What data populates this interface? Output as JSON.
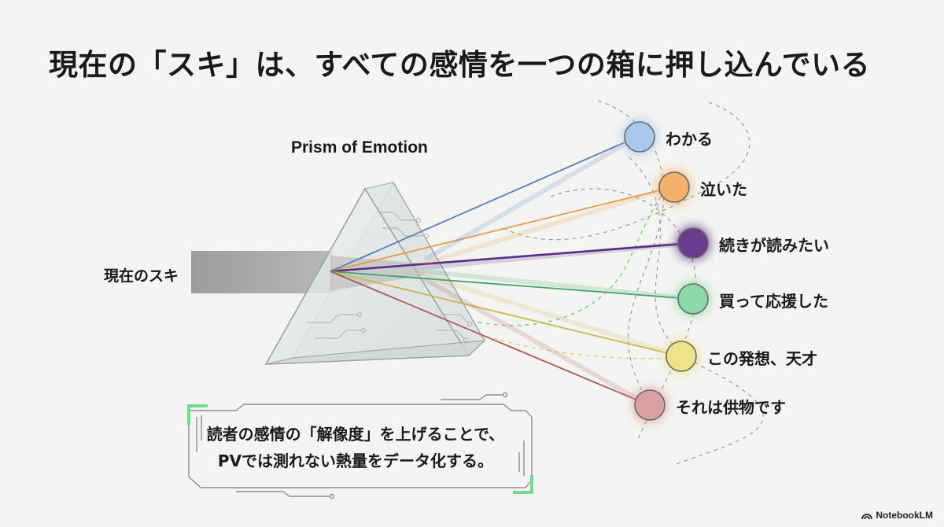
{
  "title": "現在の「スキ」は、すべての感情を一つの箱に押し込んでいる",
  "prism_title": "Prism of Emotion",
  "input_label": "現在のスキ",
  "emotions": [
    {
      "label": "わかる",
      "color": "#a9c8ec"
    },
    {
      "label": "泣いた",
      "color": "#f4b06d"
    },
    {
      "label": "続きが読みたい",
      "color": "#6b3d8e"
    },
    {
      "label": "買って応援した",
      "color": "#8ed9a8"
    },
    {
      "label": "この発想、天才",
      "color": "#ede48a"
    },
    {
      "label": "それは供物です",
      "color": "#d9a1a1"
    }
  ],
  "message": {
    "line1": "読者の感情の「解像度」を上げることで、",
    "line2": "PVでは測れない熱量をデータ化する。"
  },
  "brand": "NotebookLM"
}
